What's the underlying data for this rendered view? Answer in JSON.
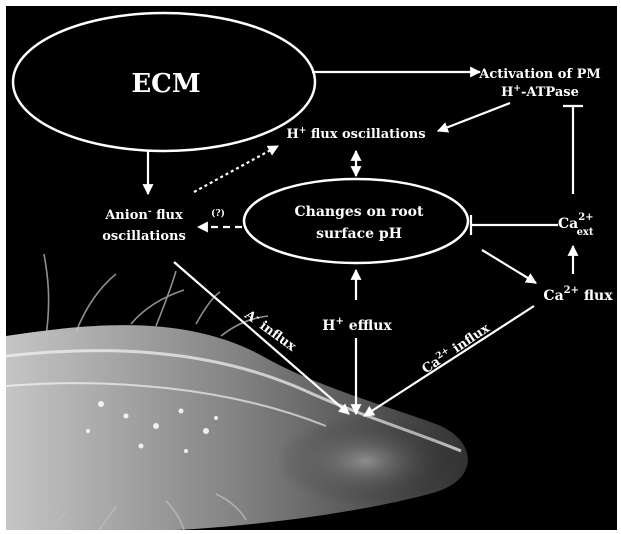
{
  "ecm": "ECM",
  "activation": {
    "line1": "Activation of PM",
    "h": "H",
    "plus": "+",
    "rest": "-ATPase"
  },
  "h_flux_osc": {
    "h": "H",
    "plus": "+",
    "rest": " flux oscillations"
  },
  "changes": {
    "line1": "Changes on root",
    "line2": "surface pH"
  },
  "anion": {
    "line1a": "Anion",
    "minus": "-",
    "line1b": " flux",
    "line2": "oscillations"
  },
  "question": "(?)",
  "ca_ext": {
    "ca": "Ca",
    "sup": "2+",
    "sub": "ext"
  },
  "ca_flux": {
    "ca": "Ca",
    "sup": "2+",
    "rest": " flux"
  },
  "h_efflux": {
    "h": "H",
    "plus": "+",
    "rest": " efflux"
  },
  "a_influx": {
    "a": "A",
    "minus": "-",
    "rest": " influx"
  },
  "ca_influx": {
    "ca": "Ca",
    "sup": "2+",
    "rest": " influx"
  }
}
